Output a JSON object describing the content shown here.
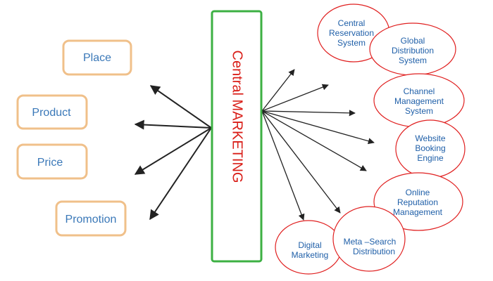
{
  "center": {
    "label": "Central MARKETING"
  },
  "left_boxes": [
    {
      "label": "Place"
    },
    {
      "label": "Product"
    },
    {
      "label": "Price"
    },
    {
      "label": "Promotion"
    }
  ],
  "right_ellipses": [
    {
      "lines": [
        "Central",
        "Reservation",
        "System"
      ]
    },
    {
      "lines": [
        "Global",
        "Distribution",
        "System"
      ]
    },
    {
      "lines": [
        "Channel",
        "Management",
        "System"
      ]
    },
    {
      "lines": [
        "Website",
        "Booking",
        "Engine"
      ]
    },
    {
      "lines": [
        "Online",
        "Reputation",
        "Management"
      ]
    },
    {
      "lines": [
        "Meta –Search",
        "Distribution"
      ]
    },
    {
      "lines": [
        "Digital",
        "Marketing"
      ]
    }
  ],
  "colors": {
    "center_border": "#3cb043",
    "center_text": "#d91e18",
    "box_border": "#f0c08a",
    "box_text": "#3a78b8",
    "ellipse_border": "#e02020",
    "ellipse_text": "#1f5fa8",
    "arrow": "#222222"
  }
}
